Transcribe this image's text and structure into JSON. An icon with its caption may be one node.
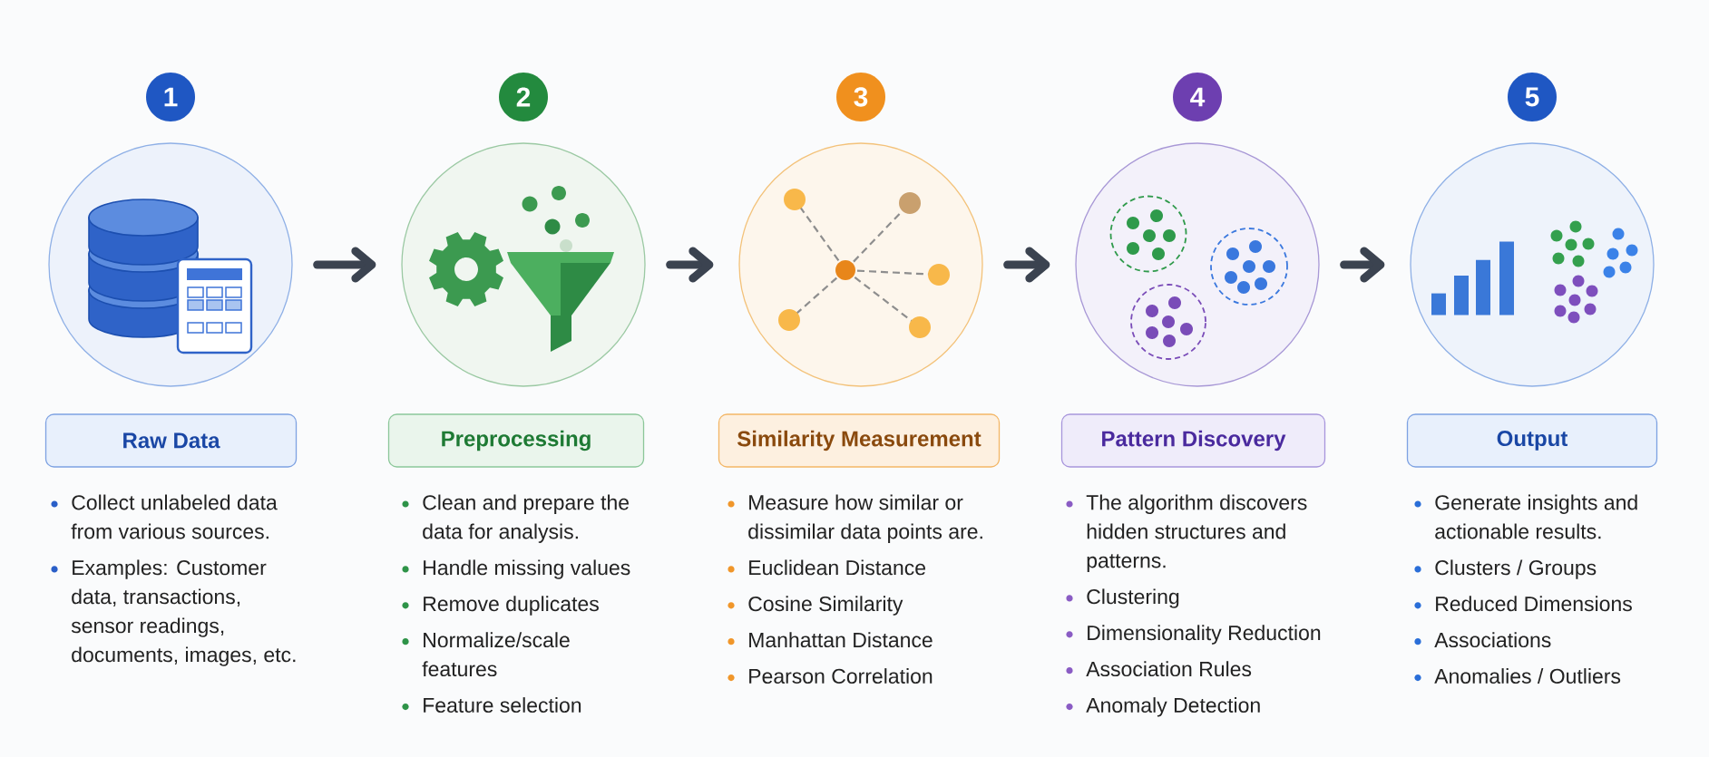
{
  "diagram": {
    "nodes": [
      {
        "text": [
          "1"
        ]
      },
      {
        "text": [
          "2"
        ]
      },
      {
        "text": [
          "3"
        ]
      },
      {
        "text": [
          "4"
        ]
      },
      {
        "text": [
          "5"
        ]
      },
      {
        "text": [],
        "shape": "circle"
      },
      {
        "text": [],
        "shape": "circle"
      },
      {
        "text": [],
        "shape": "circle"
      },
      {
        "text": [],
        "shape": "circle"
      },
      {
        "text": [],
        "shape": "circle"
      },
      {
        "text": [
          "Raw Data"
        ],
        "beside": [
          "Collect unlabeled data from various sources.",
          "Examples: Customer data, transactions, sensor readings, documents, images, etc."
        ]
      },
      {
        "text": [
          "Preprocessing"
        ],
        "beside": [
          "Clean and prepare the data for analysis.",
          "Handle missing values",
          "Remove duplicates",
          "Normalize/scale features",
          "Feature selection"
        ]
      },
      {
        "text": [
          "Similarity Measurement"
        ],
        "beside": [
          "Measure how similar or dissimilar data points are.",
          "Euclidean Distance",
          "Cosine Similarity",
          "Manhattan Distance",
          "Pearson Correlation"
        ]
      },
      {
        "text": [
          "Pattern Discovery"
        ],
        "beside": [
          "The algorithm discovers hidden structures and patterns.",
          "Clustering",
          "Dimensionality Reduction",
          "Association Rules",
          "Anomaly Detection"
        ]
      },
      {
        "text": [
          "Output"
        ],
        "beside": [
          "Generate insights and actionable results.",
          "Clusters / Groups",
          "Reduced Dimensions",
          "Associations",
          "Anomalies / Outliers"
        ]
      }
    ],
    "edges": [
      {
        "from": 5,
        "to": 6,
        "arrow": "to"
      },
      {
        "from": 6,
        "to": 7,
        "arrow": "to"
      },
      {
        "from": 7,
        "to": 8,
        "arrow": "to"
      },
      {
        "from": 8,
        "to": 9,
        "arrow": "to"
      }
    ]
  }
}
